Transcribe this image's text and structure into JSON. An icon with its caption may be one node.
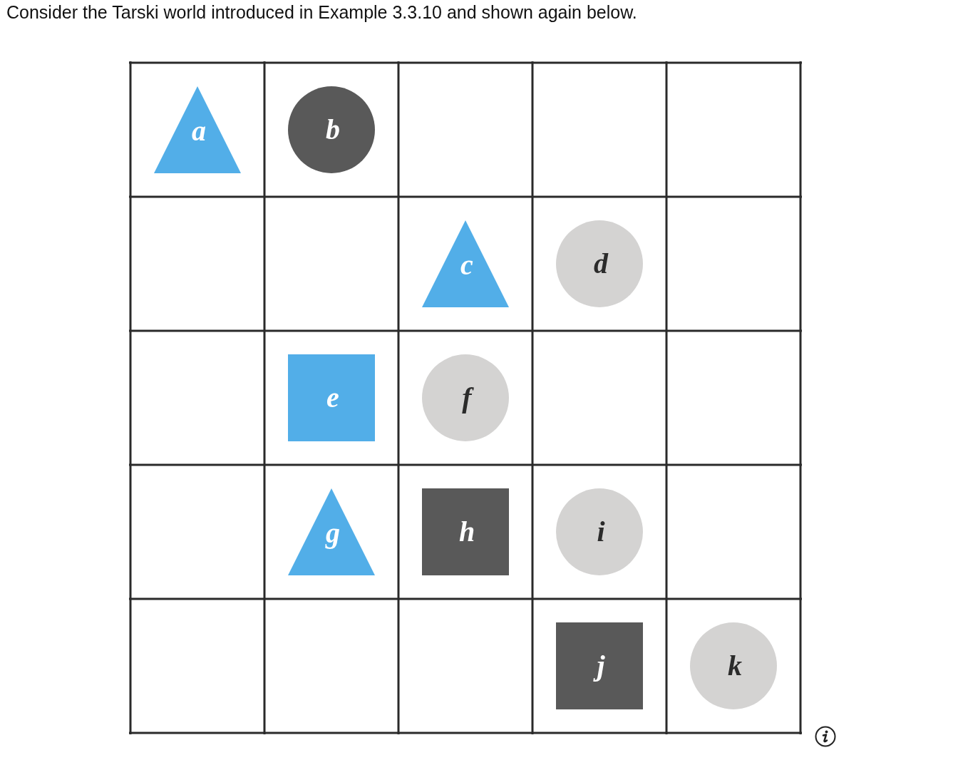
{
  "diagram": {
    "title": "Consider the Tarski world introduced in Example 3.3.10 and shown again below.",
    "nodes": [
      {
        "text": [
          "a"
        ]
      },
      {
        "text": [
          "b"
        ]
      },
      {
        "text": [
          "c"
        ]
      },
      {
        "text": [
          "d"
        ]
      },
      {
        "text": [
          "e"
        ]
      },
      {
        "text": [
          "f"
        ]
      },
      {
        "text": [
          "g"
        ]
      },
      {
        "text": [
          "h"
        ]
      },
      {
        "text": [
          "i"
        ]
      },
      {
        "text": [
          "j"
        ]
      },
      {
        "text": [
          "k"
        ]
      }
    ]
  }
}
